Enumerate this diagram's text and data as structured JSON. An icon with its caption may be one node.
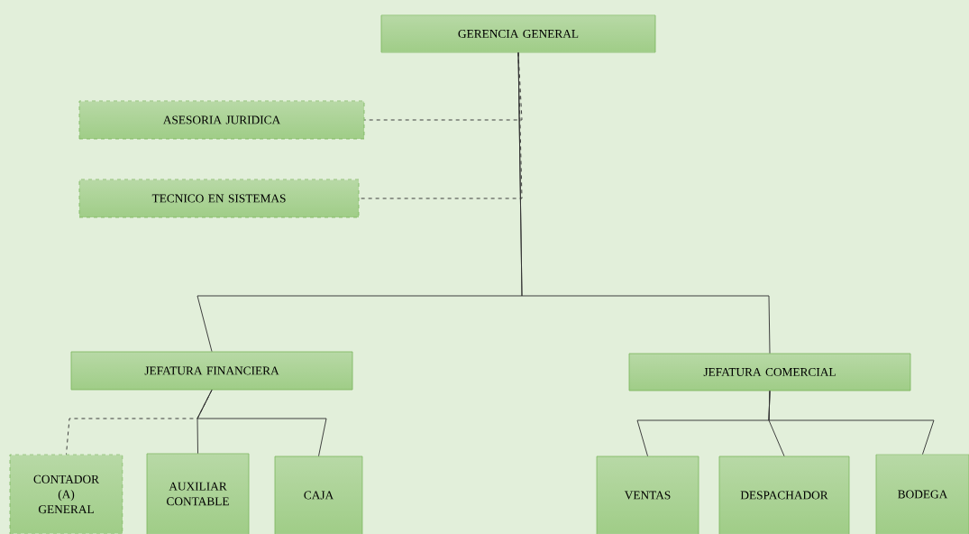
{
  "diagram": {
    "nodes": [
      {
        "text": [
          "GERENCIA GENERAL"
        ]
      },
      {
        "text": [
          "ASESORIA JURIDICA"
        ]
      },
      {
        "text": [
          "TECNICO EN SISTEMAS"
        ]
      },
      {
        "text": [
          "JEFATURA FINANCIERA"
        ]
      },
      {
        "text": [
          "JEFATURA COMERCIAL"
        ]
      },
      {
        "text": [
          "CONTADOR (A) GENERAL"
        ]
      },
      {
        "text": [
          "AUXILIAR CONTABLE"
        ]
      },
      {
        "text": [
          "CAJA"
        ]
      },
      {
        "text": [
          "VENTAS"
        ]
      },
      {
        "text": [
          "DESPACHADOR"
        ]
      },
      {
        "text": [
          "BODEGA"
        ]
      }
    ],
    "edges": [
      {
        "from": 0,
        "to": 1,
        "arrow": "none",
        "style": "dashed"
      },
      {
        "from": 0,
        "to": 2,
        "arrow": "none",
        "style": "dashed"
      },
      {
        "from": 0,
        "to": 3,
        "arrow": "none"
      },
      {
        "from": 0,
        "to": 4,
        "arrow": "none"
      },
      {
        "from": 3,
        "to": 5,
        "arrow": "none",
        "style": "dashed"
      },
      {
        "from": 3,
        "to": 6,
        "arrow": "none"
      },
      {
        "from": 3,
        "to": 7,
        "arrow": "none"
      },
      {
        "from": 4,
        "to": 8,
        "arrow": "none"
      },
      {
        "from": 4,
        "to": 9,
        "arrow": "none"
      },
      {
        "from": 4,
        "to": 10,
        "arrow": "none"
      }
    ]
  }
}
